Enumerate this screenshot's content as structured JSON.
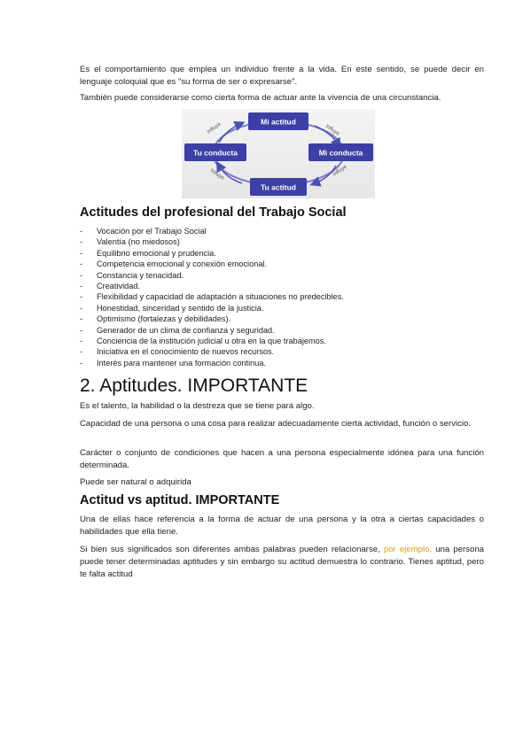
{
  "intro": {
    "p1": "Es el comportamiento que emplea un individuo frente a la vida. En este sentido, se puede decir en lenguaje coloquial que es \"su forma de ser o expresarse\".",
    "p2": "También puede considerarse como cierta forma de actuar ante la vivencia de una circunstancia."
  },
  "diagram": {
    "top_label": "Mi actitud",
    "right_label": "Mi conducta",
    "bottom_label": "Tu actitud",
    "left_label": "Tu conducta",
    "arrow_label": "Influye",
    "box_color": "#3b3fa6",
    "arrow_color": "#4b4fb0"
  },
  "actitudes": {
    "heading": "Actitudes del profesional del Trabajo Social",
    "items": [
      "Vocación por el Trabajo Social",
      "Valentía (no miedosos)",
      "Equilibrio emocional y prudencia.",
      "Competencia emocional y conexión emocional.",
      "Constancia y tenacidad.",
      "Creatividad.",
      "Flexibilidad y capacidad de adaptación a situaciones no predecibles.",
      "Honestidad, sinceridad y sentido de la justicia.",
      "Optimismo (fortalezas y debilidades).",
      "Generador de un clima de confianza y seguridad.",
      "Conciencia de la institución judicial u otra en la que trabajemos.",
      "Iniciativa en el conocimiento de nuevos recursos.",
      "Interés para mantener una formación continua."
    ],
    "dash": "-"
  },
  "aptitudes": {
    "heading": "2. Aptitudes. IMPORTANTE",
    "p1": "Es el talento, la habilidad o la destreza que se tiene para algo.",
    "p2": "Capacidad de una persona o una cosa para realizar adecuadamente cierta actividad, función o servicio.",
    "p3": "Carácter o conjunto de condiciones que hacen a una persona especialmente idónea para una función determinada.",
    "p4": "Puede ser natural o adquirida"
  },
  "vs": {
    "heading": "Actitud vs aptitud. IMPORTANTE",
    "p1": "Una de ellas hace referencia a la forma de actuar de una persona y la otra a ciertas capacidades o habilidades que ella tiene.",
    "p2_before": "Si bien sus significados son diferentes ambas palabras pueden relacionarse, ",
    "p2_highlight": "por ejemplo,",
    "p2_after": " una persona puede tener determinadas aptitudes y sin embargo su actitud demuestra lo contrario. Tienes aptitud, pero te falta actitud",
    "highlight_color": "#d4a017"
  }
}
